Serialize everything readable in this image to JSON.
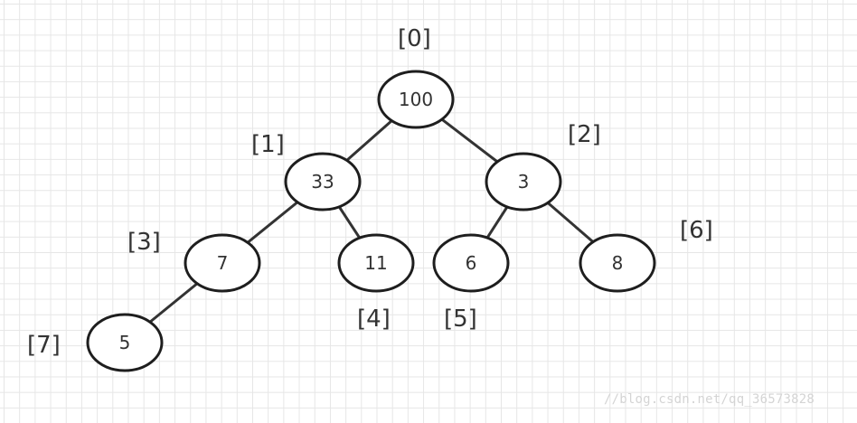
{
  "tree": {
    "nodes": [
      {
        "id": 0,
        "value": "100",
        "index": "[0]"
      },
      {
        "id": 1,
        "value": "33",
        "index": "[1]"
      },
      {
        "id": 2,
        "value": "3",
        "index": "[2]"
      },
      {
        "id": 3,
        "value": "7",
        "index": "[3]"
      },
      {
        "id": 4,
        "value": "11",
        "index": "[4]"
      },
      {
        "id": 5,
        "value": "6",
        "index": "[5]"
      },
      {
        "id": 6,
        "value": "8",
        "index": "[6]"
      },
      {
        "id": 7,
        "value": "5",
        "index": "[7]"
      }
    ],
    "edges": [
      [
        0,
        1
      ],
      [
        0,
        2
      ],
      [
        1,
        3
      ],
      [
        1,
        4
      ],
      [
        2,
        5
      ],
      [
        2,
        6
      ],
      [
        3,
        7
      ]
    ]
  },
  "watermark": "//blog.csdn.net/qq_36573828"
}
